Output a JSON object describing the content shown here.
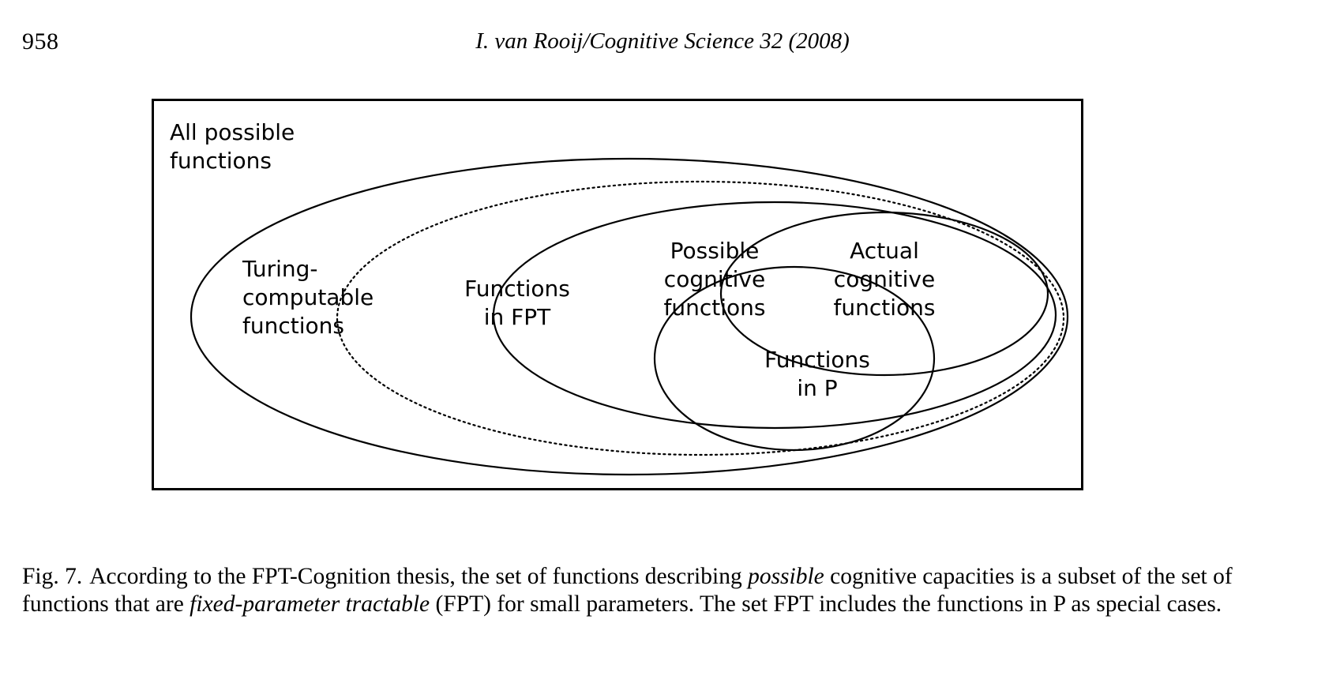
{
  "page": {
    "number": "958",
    "running_head": "I. van Rooij/Cognitive Science 32 (2008)"
  },
  "figure": {
    "labels": {
      "all_possible_functions": "All possible\nfunctions",
      "turing_computable": "Turing-\ncomputable\nfunctions",
      "functions_in_fpt": "Functions\nin FPT",
      "possible_cognitive": "Possible\ncognitive\nfunctions",
      "actual_cognitive": "Actual\ncognitive\nfunctions",
      "functions_in_p": "Functions\nin P"
    },
    "style": {
      "stroke": "#000000",
      "frame_stroke": "#000000",
      "background": "#ffffff",
      "dotted_set": "functions_in_fpt"
    }
  },
  "caption": {
    "label": "Fig. 7.",
    "part1": "According to the FPT-Cognition thesis, the set of functions describing ",
    "italic1": "possible",
    "part2": " cognitive capacities is a subset of the set of functions that are ",
    "italic2": "fixed-parameter tractable",
    "part3": " (FPT) for small parameters. The set FPT includes the functions in P as special cases."
  }
}
